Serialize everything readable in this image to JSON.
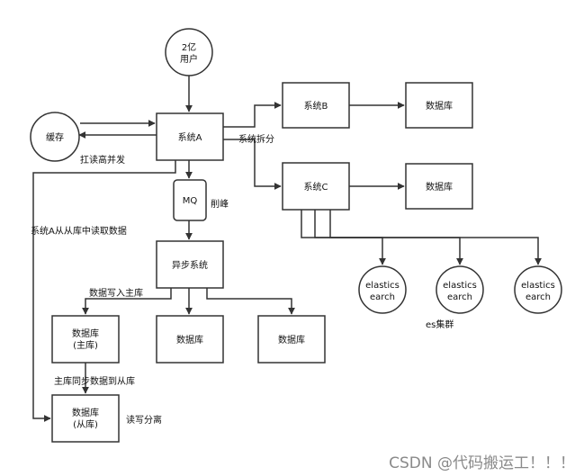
{
  "nodes": {
    "users": [
      "2亿",
      "用户"
    ],
    "cache": [
      "缓存"
    ],
    "system_a": [
      "系统A"
    ],
    "system_b": [
      "系统B"
    ],
    "system_c": [
      "系统C"
    ],
    "db_b": [
      "数据库"
    ],
    "db_c": [
      "数据库"
    ],
    "mq": [
      "MQ"
    ],
    "async": [
      "异步系统"
    ],
    "db_master": [
      "数据库",
      "(主库)"
    ],
    "db_2": [
      "数据库"
    ],
    "db_3": [
      "数据库"
    ],
    "db_slave": [
      "数据库",
      "(从库)"
    ],
    "es1": [
      "elastics",
      "earch"
    ],
    "es2": [
      "elastics",
      "earch"
    ],
    "es3": [
      "elastics",
      "earch"
    ]
  },
  "labels": {
    "anti_concurrency": "扛读高并发",
    "system_split": "系统拆分",
    "peak_shaving": "削峰",
    "read_from_slave": "系统A从从库中读取数据",
    "write_master": "数据写入主库",
    "sync_to_slave": "主库同步数据到从库",
    "rw_split": "读写分离",
    "es_cluster": "es集群"
  },
  "watermark": "CSDN @代码搬运工！！！",
  "colors": {
    "stroke": "#333333",
    "text": "#111111",
    "watermark": "#8a8a8a"
  }
}
